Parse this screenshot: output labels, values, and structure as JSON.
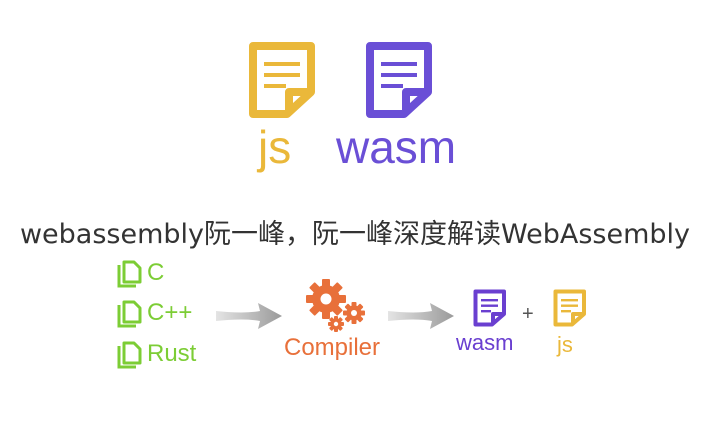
{
  "top": {
    "js_label": "js",
    "wasm_label": "wasm"
  },
  "headline": "webassembly阮一峰，阮一峰深度解读WebAssembly",
  "diagram": {
    "languages": [
      "C",
      "C++",
      "Rust"
    ],
    "compiler_label": "Compiler",
    "output_wasm_label": "wasm",
    "plus": "+",
    "output_js_label": "js"
  },
  "colors": {
    "js": "#eab83a",
    "wasm": "#6a4fd6",
    "language": "#7ccd35",
    "compiler": "#e8703a",
    "arrow": "#b0b0b0"
  },
  "icons": {
    "file": "file-icon",
    "gear": "gear-icon",
    "arrow": "arrow-icon"
  }
}
